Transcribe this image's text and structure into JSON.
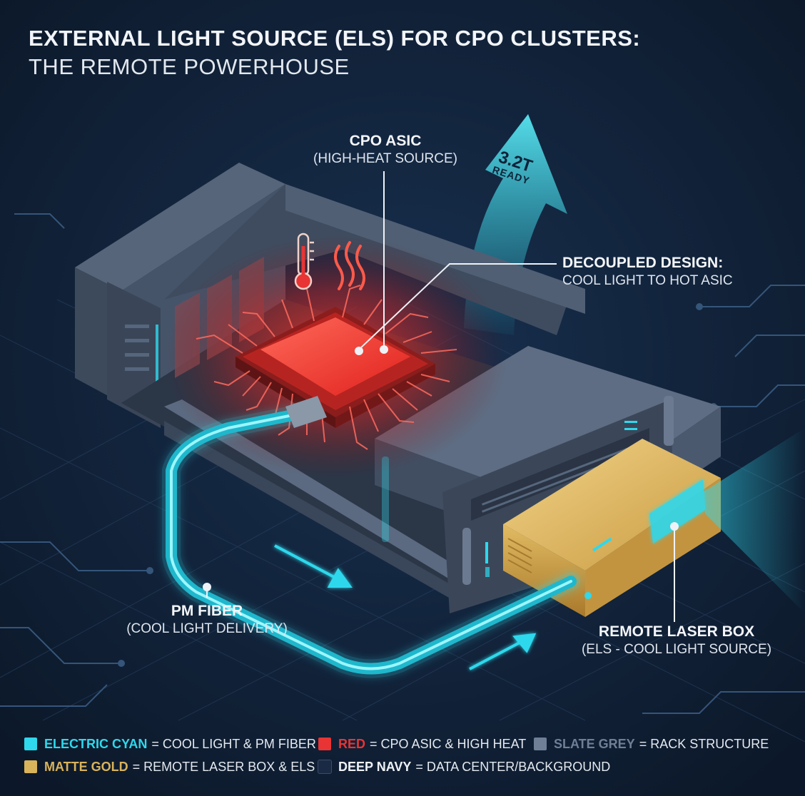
{
  "title": {
    "line1": "EXTERNAL LIGHT SOURCE (ELS) FOR CPO CLUSTERS:",
    "line2": "THE REMOTE POWERHOUSE"
  },
  "badge": {
    "line1": "3.2T",
    "line2": "READY"
  },
  "callouts": {
    "cpo_asic": {
      "head": "CPO ASIC",
      "sub": "(HIGH-HEAT SOURCE)"
    },
    "decoupled": {
      "head": "DECOUPLED DESIGN:",
      "sub": "COOL LIGHT TO HOT ASIC"
    },
    "pm_fiber": {
      "head": "PM FIBER",
      "sub": "(COOL LIGHT DELIVERY)"
    },
    "laser_box": {
      "head": "REMOTE LASER BOX",
      "sub": "(ELS - COOL LIGHT SOURCE)"
    }
  },
  "legend": [
    {
      "name": "ELECTRIC CYAN",
      "desc": "= COOL LIGHT & PM FIBER",
      "color": "#2fd8ec"
    },
    {
      "name": "RED",
      "desc": "= CPO ASIC & HIGH HEAT",
      "color": "#e83434"
    },
    {
      "name": "SLATE GREY",
      "desc": "= RACK STRUCTURE",
      "color": "#6f7f96"
    },
    {
      "name": "MATTE GOLD",
      "desc": "= REMOTE LASER BOX & ELS",
      "color": "#d8b35c"
    },
    {
      "name": "DEEP NAVY",
      "desc": "= DATA CENTER/BACKGROUND",
      "color": "#1b2a44"
    }
  ],
  "icons": [
    "thermometer-icon",
    "heat-waves-icon",
    "arrow-up-icon",
    "flow-arrow-icon"
  ]
}
